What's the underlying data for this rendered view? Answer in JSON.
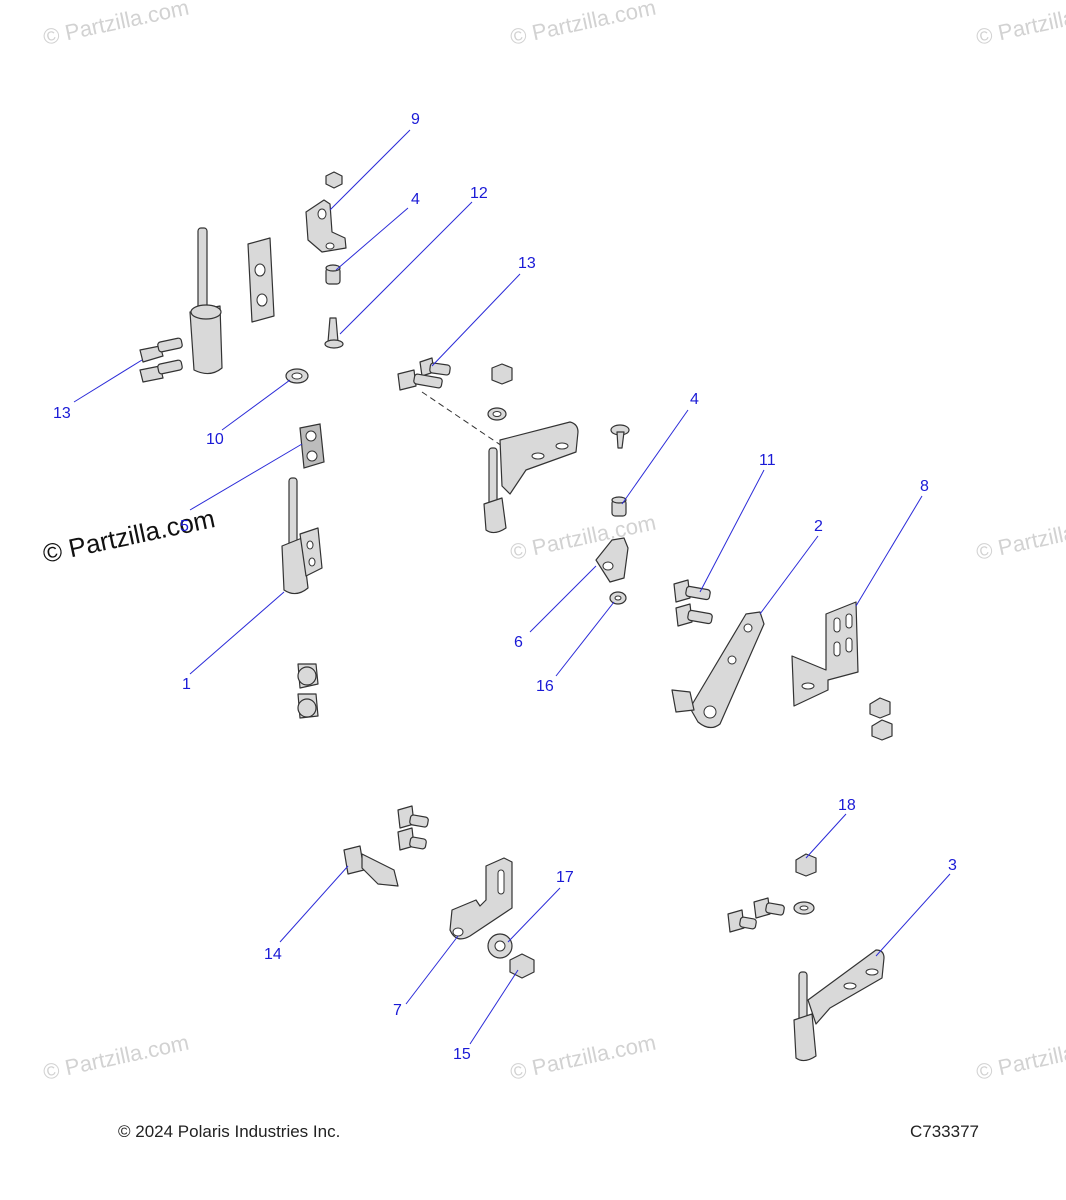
{
  "watermark": {
    "text": "© Partzilla.com",
    "prominent_text": "© Partzilla.com"
  },
  "callouts": [
    {
      "id": "c9a",
      "label": "9"
    },
    {
      "id": "c4a",
      "label": "4"
    },
    {
      "id": "c12",
      "label": "12"
    },
    {
      "id": "c13a",
      "label": "13"
    },
    {
      "id": "c13b",
      "label": "13"
    },
    {
      "id": "c10",
      "label": "10"
    },
    {
      "id": "c5",
      "label": "5"
    },
    {
      "id": "c4b",
      "label": "4"
    },
    {
      "id": "c11",
      "label": "11"
    },
    {
      "id": "c8",
      "label": "8"
    },
    {
      "id": "c2",
      "label": "2"
    },
    {
      "id": "c1",
      "label": "1"
    },
    {
      "id": "c6",
      "label": "6"
    },
    {
      "id": "c16",
      "label": "16"
    },
    {
      "id": "c18",
      "label": "18"
    },
    {
      "id": "c3",
      "label": "3"
    },
    {
      "id": "c17",
      "label": "17"
    },
    {
      "id": "c14",
      "label": "14"
    },
    {
      "id": "c7",
      "label": "7"
    },
    {
      "id": "c15",
      "label": "15"
    }
  ],
  "footer": {
    "copyright": "© 2024 Polaris Industries Inc.",
    "drawing_id": "C733377"
  }
}
